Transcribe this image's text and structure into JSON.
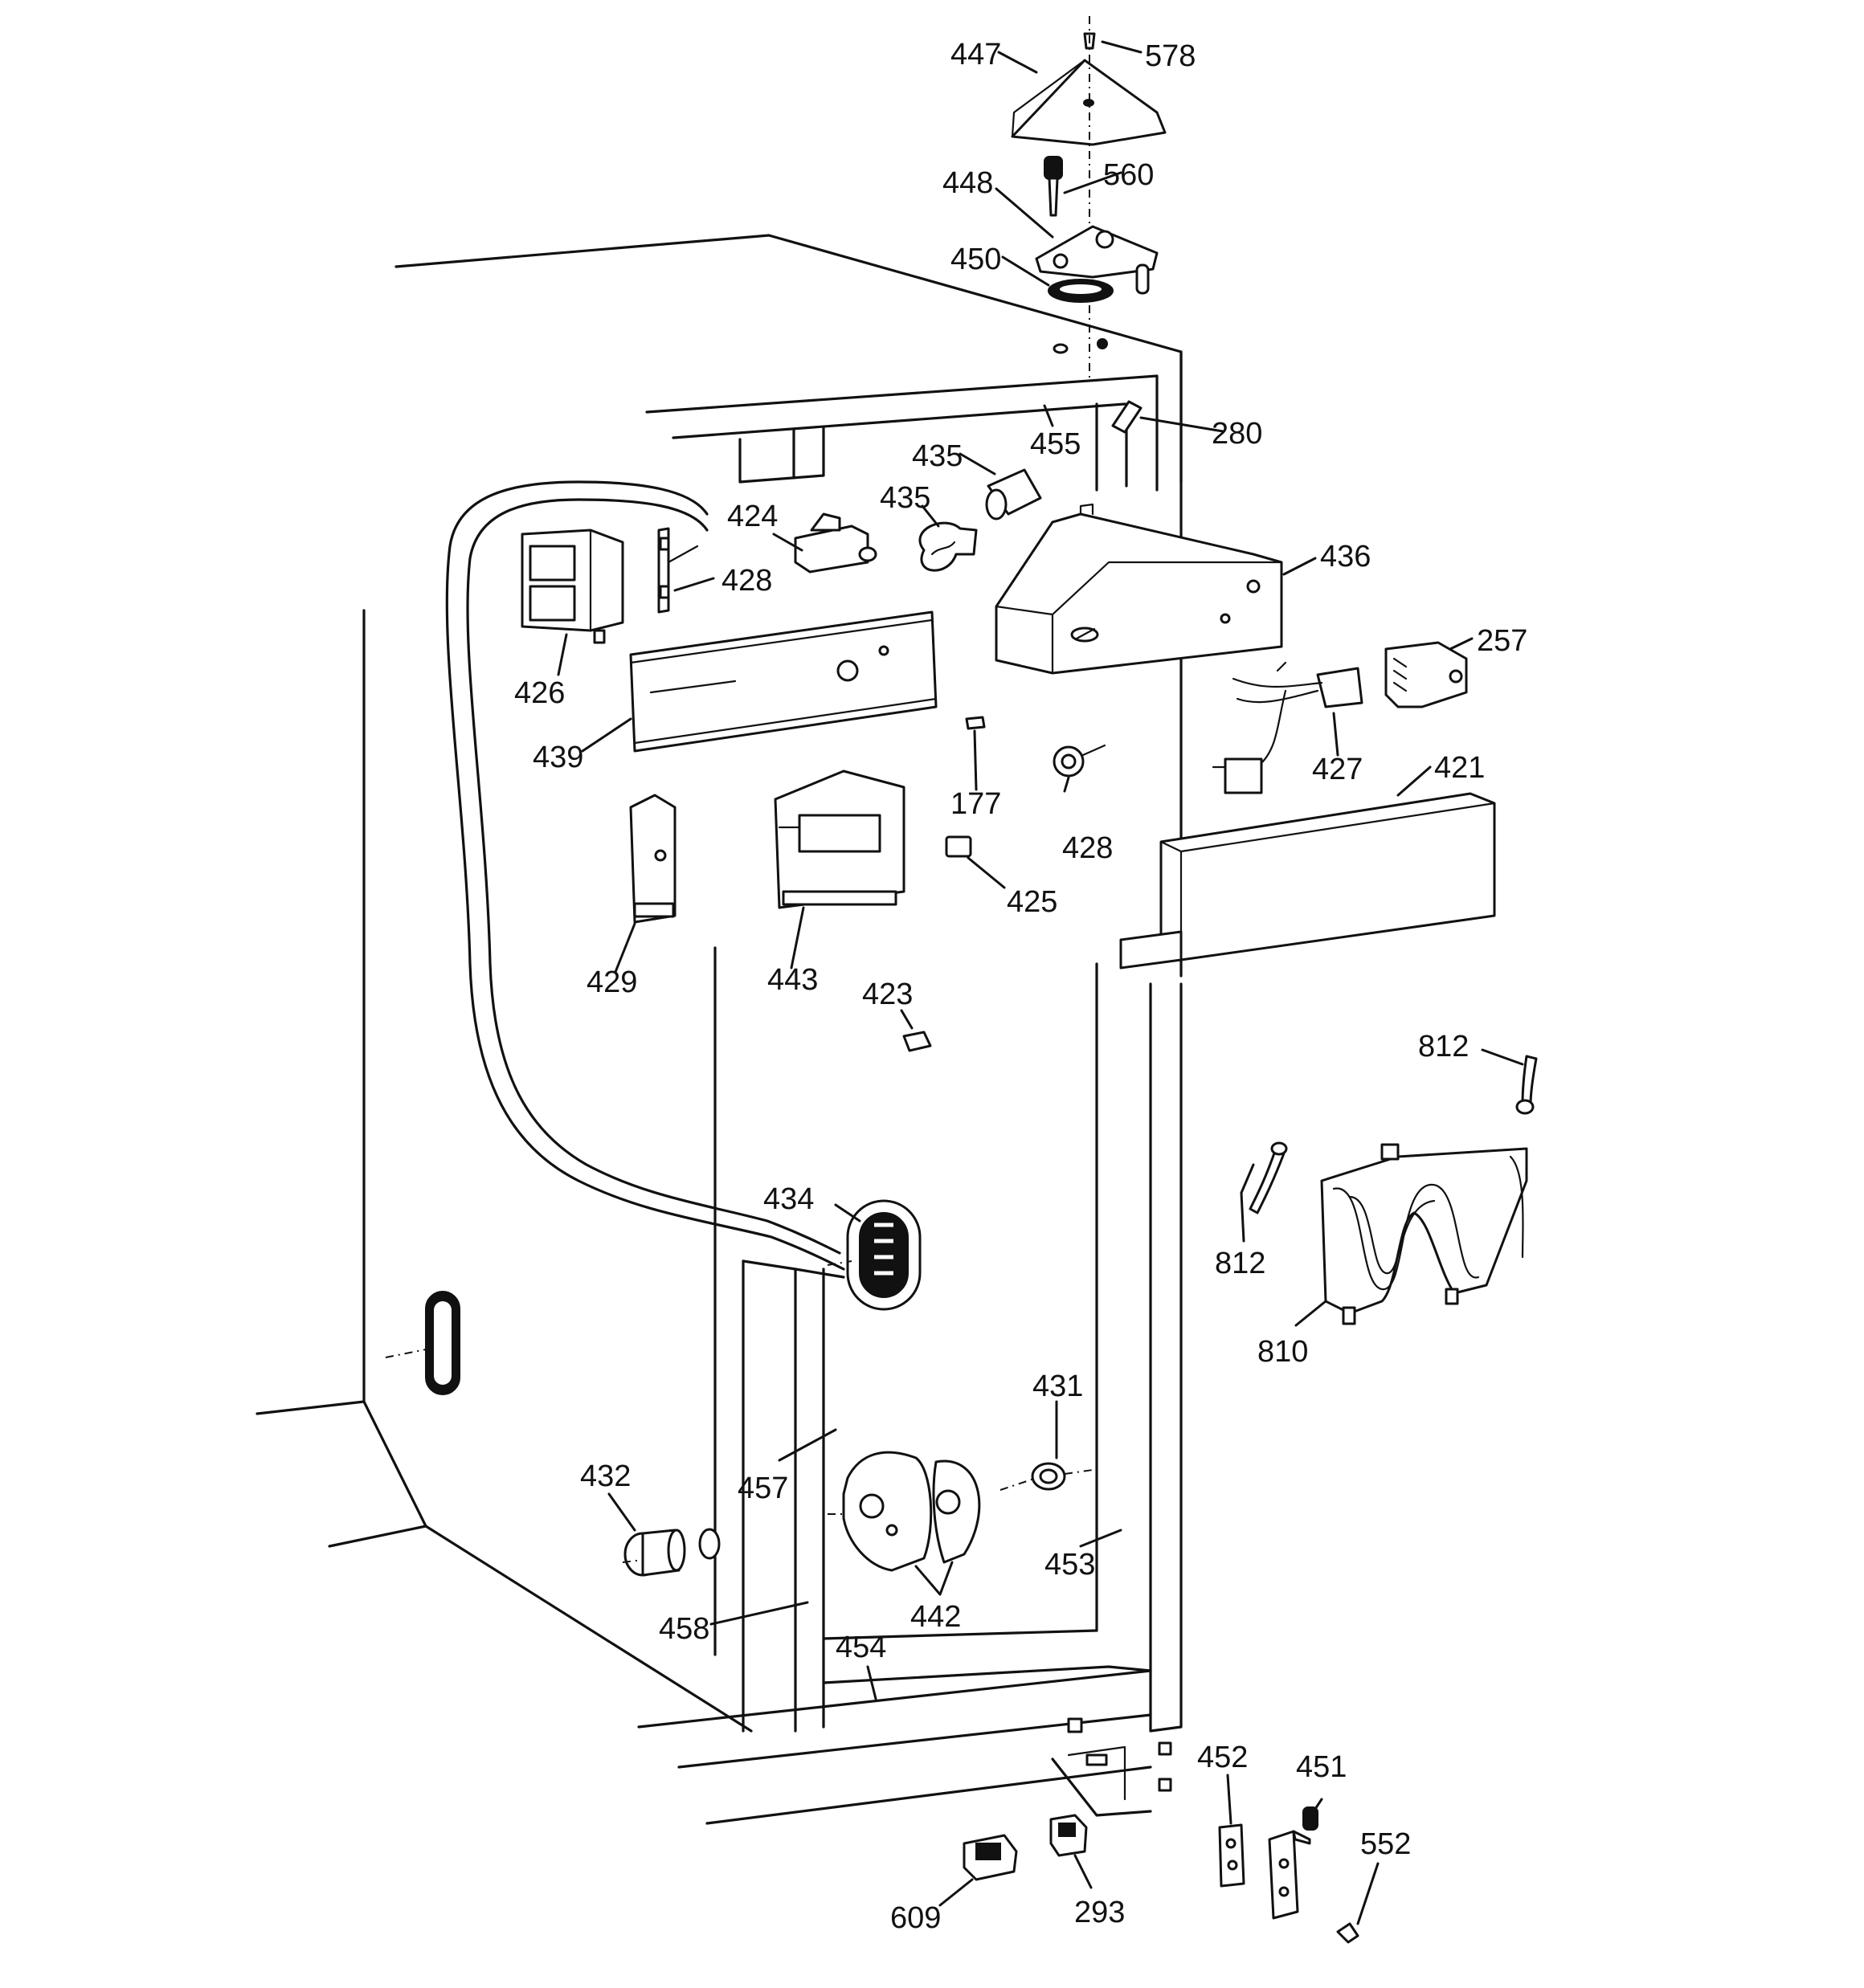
{
  "callouts": [
    {
      "id": "c578",
      "text": "578"
    },
    {
      "id": "c447",
      "text": "447"
    },
    {
      "id": "c448",
      "text": "448"
    },
    {
      "id": "c560",
      "text": "560"
    },
    {
      "id": "c450",
      "text": "450"
    },
    {
      "id": "c280",
      "text": "280"
    },
    {
      "id": "c455",
      "text": "455"
    },
    {
      "id": "c435a",
      "text": "435"
    },
    {
      "id": "c435b",
      "text": "435"
    },
    {
      "id": "c424",
      "text": "424"
    },
    {
      "id": "c428a",
      "text": "428"
    },
    {
      "id": "c436",
      "text": "436"
    },
    {
      "id": "c426",
      "text": "426"
    },
    {
      "id": "c257",
      "text": "257"
    },
    {
      "id": "c439",
      "text": "439"
    },
    {
      "id": "c177",
      "text": "177"
    },
    {
      "id": "c427",
      "text": "427"
    },
    {
      "id": "c421",
      "text": "421"
    },
    {
      "id": "c428b",
      "text": "428"
    },
    {
      "id": "c425",
      "text": "425"
    },
    {
      "id": "c429",
      "text": "429"
    },
    {
      "id": "c443",
      "text": "443"
    },
    {
      "id": "c423",
      "text": "423"
    },
    {
      "id": "c812a",
      "text": "812"
    },
    {
      "id": "c812b",
      "text": "812"
    },
    {
      "id": "c434",
      "text": "434"
    },
    {
      "id": "c810",
      "text": "810"
    },
    {
      "id": "c431",
      "text": "431"
    },
    {
      "id": "c432",
      "text": "432"
    },
    {
      "id": "c457",
      "text": "457"
    },
    {
      "id": "c453",
      "text": "453"
    },
    {
      "id": "c458",
      "text": "458"
    },
    {
      "id": "c442",
      "text": "442"
    },
    {
      "id": "c454",
      "text": "454"
    },
    {
      "id": "c452",
      "text": "452"
    },
    {
      "id": "c451",
      "text": "451"
    },
    {
      "id": "c552",
      "text": "552"
    },
    {
      "id": "c609",
      "text": "609"
    },
    {
      "id": "c293",
      "text": "293"
    }
  ]
}
